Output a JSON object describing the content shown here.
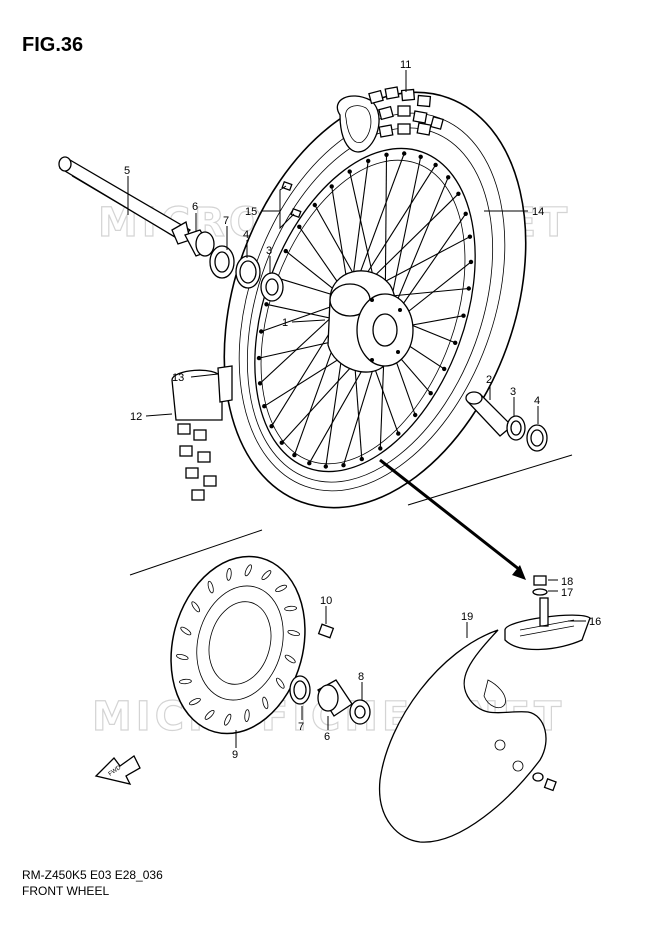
{
  "figure": {
    "title": "FIG.36",
    "model_code": "RM-Z450K5 E03 E28_036",
    "name": "FRONT WHEEL"
  },
  "watermarks": [
    "MICROFICHES.NET",
    "MICROFICHES.NET"
  ],
  "direction_arrow": {
    "label": "FWD"
  },
  "callouts": [
    {
      "id": "c11",
      "label": "11"
    },
    {
      "id": "c5",
      "label": "5"
    },
    {
      "id": "c6a",
      "label": "6"
    },
    {
      "id": "c7a",
      "label": "7"
    },
    {
      "id": "c4a",
      "label": "4"
    },
    {
      "id": "c3a",
      "label": "3"
    },
    {
      "id": "c15",
      "label": "15"
    },
    {
      "id": "c14",
      "label": "14"
    },
    {
      "id": "c1",
      "label": "1"
    },
    {
      "id": "c13",
      "label": "13"
    },
    {
      "id": "c12",
      "label": "12"
    },
    {
      "id": "c2",
      "label": "2"
    },
    {
      "id": "c3b",
      "label": "3"
    },
    {
      "id": "c4b",
      "label": "4"
    },
    {
      "id": "c10",
      "label": "10"
    },
    {
      "id": "c18",
      "label": "18"
    },
    {
      "id": "c17",
      "label": "17"
    },
    {
      "id": "c16",
      "label": "16"
    },
    {
      "id": "c19",
      "label": "19"
    },
    {
      "id": "c8",
      "label": "8"
    },
    {
      "id": "c7b",
      "label": "7"
    },
    {
      "id": "c6b",
      "label": "6"
    },
    {
      "id": "c9",
      "label": "9"
    }
  ]
}
